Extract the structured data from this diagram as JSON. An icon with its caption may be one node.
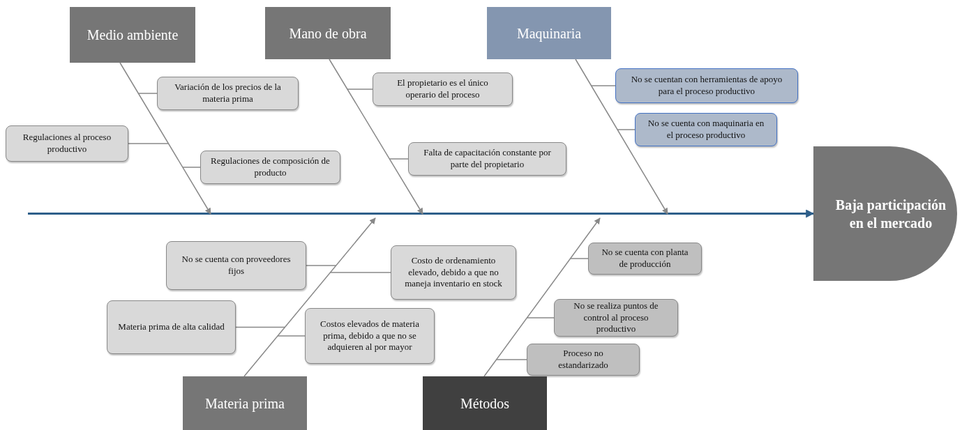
{
  "diagram": {
    "nodes": [
      {
        "text": [
          "Medio ambiente"
        ]
      },
      {
        "text": [
          "Mano de obra"
        ]
      },
      {
        "text": [
          "Maquinaria"
        ]
      },
      {
        "text": [
          "Variación de los precios de la materia prima"
        ]
      },
      {
        "text": [
          "El propietario es el único operario del proceso"
        ]
      },
      {
        "text": [
          "No se cuentan con herramientas de apoyo para el proceso productivo"
        ]
      },
      {
        "text": [
          "Regulaciones al proceso productivo"
        ]
      },
      {
        "text": [
          "No se cuenta con maquinaria en el proceso productivo"
        ]
      },
      {
        "text": [
          "Falta de capacitación constante por parte del propietario"
        ]
      },
      {
        "text": [
          "Regulaciones de composición de producto"
        ]
      },
      {
        "text": [
          "Baja participación en el mercado"
        ]
      },
      {
        "text": [
          "No se cuenta con proveedores fijos"
        ]
      },
      {
        "text": [
          "Costo de ordenamiento elevado, debido a que no maneja inventario en stock"
        ]
      },
      {
        "text": [
          "No se cuenta con planta de producción"
        ]
      },
      {
        "text": [
          "No se realiza puntos de control al proceso productivo"
        ]
      },
      {
        "text": [
          "Materia prima de alta calidad"
        ]
      },
      {
        "text": [
          "Costos elevados de materia prima, debido a que no se adquieren al por mayor"
        ]
      },
      {
        "text": [
          "Proceso no estandarizado"
        ]
      },
      {
        "text": [
          "Materia prima"
        ]
      },
      {
        "text": [
          "Métodos"
        ]
      }
    ],
    "edges": [
      {
        "from": null,
        "to": 10,
        "arrow": "to"
      },
      {
        "from": 0,
        "to": null,
        "arrow": "to"
      },
      {
        "from": 1,
        "to": null,
        "arrow": "to"
      },
      {
        "from": 2,
        "to": null,
        "arrow": "to"
      },
      {
        "from": 18,
        "to": null,
        "arrow": "to"
      },
      {
        "from": 19,
        "to": null,
        "arrow": "to"
      },
      {
        "from": 3,
        "to": null,
        "arrow": "none"
      },
      {
        "from": 6,
        "to": null,
        "arrow": "none"
      },
      {
        "from": 9,
        "to": null,
        "arrow": "none"
      },
      {
        "from": 4,
        "to": null,
        "arrow": "none"
      },
      {
        "from": 8,
        "to": null,
        "arrow": "none"
      },
      {
        "from": 5,
        "to": null,
        "arrow": "none"
      },
      {
        "from": 7,
        "to": null,
        "arrow": "none"
      },
      {
        "from": 11,
        "to": null,
        "arrow": "none"
      },
      {
        "from": 12,
        "to": null,
        "arrow": "none"
      },
      {
        "from": 15,
        "to": null,
        "arrow": "none"
      },
      {
        "from": 16,
        "to": null,
        "arrow": "none"
      },
      {
        "from": 13,
        "to": null,
        "arrow": "none"
      },
      {
        "from": 14,
        "to": null,
        "arrow": "none"
      },
      {
        "from": 17,
        "to": null,
        "arrow": "none"
      }
    ]
  }
}
